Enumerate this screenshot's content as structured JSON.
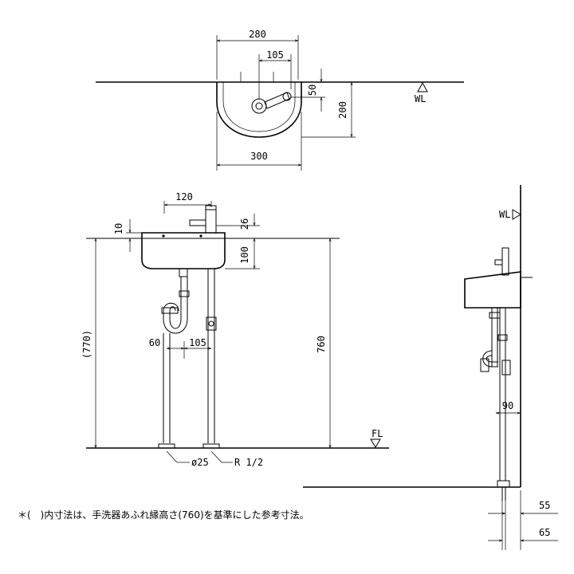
{
  "dimensions": {
    "plan_width_top": "280",
    "plan_faucet_offset": "105",
    "plan_faucet_depth": "50",
    "plan_depth": "200",
    "plan_width_bottom": "300",
    "plan_wall_label": "WL",
    "front_faucet_offset": "120",
    "front_rim_10": "10",
    "front_26": "26",
    "front_100": "100",
    "front_770": "(770)",
    "front_760": "760",
    "front_60": "60",
    "front_105": "105",
    "front_floor_label": "FL",
    "front_drain_dia": "ø25",
    "front_supply_thread": "R 1/2",
    "side_wall_label": "WL",
    "side_90": "90",
    "side_55": "55",
    "side_65": "65"
  },
  "note": "＊(　)内寸法は、手洗器あふれ縁高さ(760)を基準にした参考寸法。",
  "colors": {
    "line": "#000000",
    "background": "#ffffff"
  }
}
